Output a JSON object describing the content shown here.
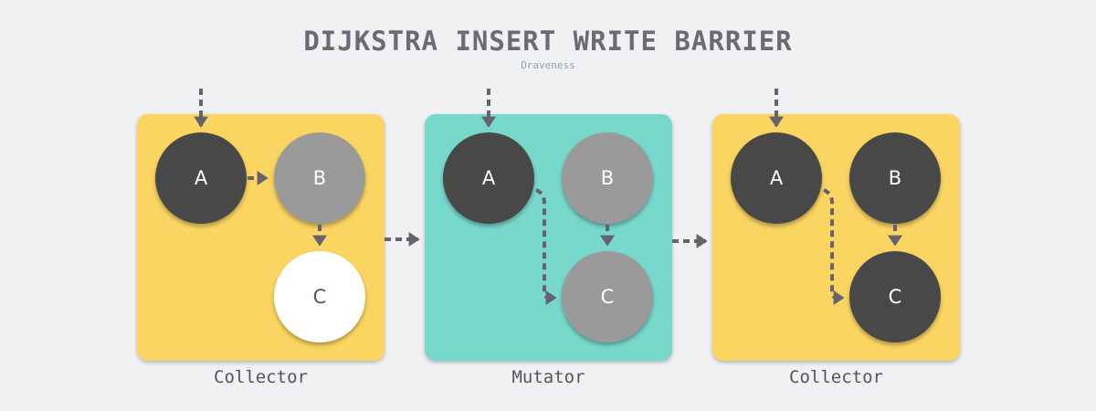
{
  "header": {
    "title": "DIJKSTRA INSERT WRITE BARRIER",
    "author": "Draveness"
  },
  "colors": {
    "background": "#f0f1f3",
    "collector_panel": "#fbd561",
    "mutator_panel": "#78d8cc",
    "black_node": "#484848",
    "grey_node": "#9a9a9a",
    "white_node": "#ffffff",
    "arrow": "#65636e"
  },
  "panels": [
    {
      "label": "Collector",
      "nodes": [
        {
          "id": "A",
          "label": "A",
          "color": "black"
        },
        {
          "id": "B",
          "label": "B",
          "color": "grey"
        },
        {
          "id": "C",
          "label": "C",
          "color": "white"
        }
      ],
      "edges": [
        [
          "root",
          "A"
        ],
        [
          "A",
          "B"
        ],
        [
          "B",
          "C"
        ]
      ]
    },
    {
      "label": "Mutator",
      "nodes": [
        {
          "id": "A",
          "label": "A",
          "color": "black"
        },
        {
          "id": "B",
          "label": "B",
          "color": "grey"
        },
        {
          "id": "C",
          "label": "C",
          "color": "grey"
        }
      ],
      "edges": [
        [
          "root",
          "A"
        ],
        [
          "A",
          "C"
        ],
        [
          "B",
          "C"
        ]
      ]
    },
    {
      "label": "Collector",
      "nodes": [
        {
          "id": "A",
          "label": "A",
          "color": "black"
        },
        {
          "id": "B",
          "label": "B",
          "color": "black"
        },
        {
          "id": "C",
          "label": "C",
          "color": "black"
        }
      ],
      "edges": [
        [
          "root",
          "A"
        ],
        [
          "A",
          "C"
        ],
        [
          "B",
          "C"
        ]
      ]
    }
  ]
}
